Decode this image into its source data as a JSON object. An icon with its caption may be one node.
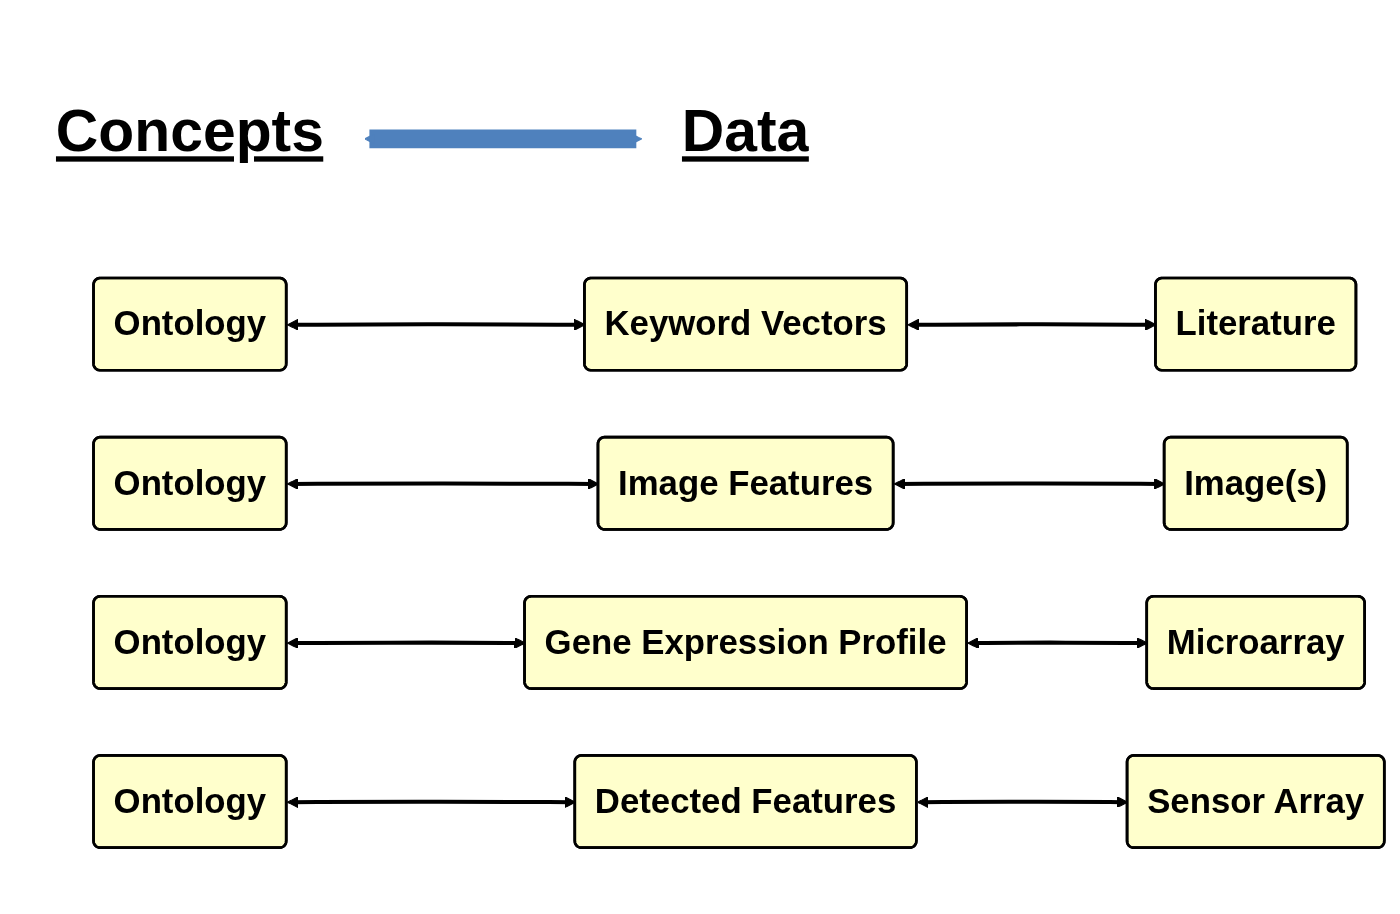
{
  "diagram": {
    "nodes": [
      {
        "text": [
          "Concepts"
        ]
      },
      {
        "text": [
          "Data"
        ]
      },
      {
        "text": [
          "Ontology"
        ]
      },
      {
        "text": [
          "Keyword Vectors"
        ]
      },
      {
        "text": [
          "Literature"
        ]
      },
      {
        "text": [
          "Ontology"
        ]
      },
      {
        "text": [
          "Image Features"
        ]
      },
      {
        "text": [
          "Image(s)"
        ]
      },
      {
        "text": [
          "Ontology"
        ]
      },
      {
        "text": [
          "Gene Expression Profile"
        ]
      },
      {
        "text": [
          "Microarray"
        ]
      },
      {
        "text": [
          "Ontology"
        ]
      },
      {
        "text": [
          "Detected Features"
        ]
      },
      {
        "text": [
          "Sensor Array"
        ]
      }
    ],
    "edges": [
      {
        "from": 0,
        "to": 1,
        "arrow": "both",
        "style": "thick",
        "color": "#4f81bd"
      },
      {
        "from": 2,
        "to": 3,
        "arrow": "both"
      },
      {
        "from": 3,
        "to": 4,
        "arrow": "both"
      },
      {
        "from": 5,
        "to": 6,
        "arrow": "both"
      },
      {
        "from": 6,
        "to": 7,
        "arrow": "both"
      },
      {
        "from": 8,
        "to": 9,
        "arrow": "both"
      },
      {
        "from": 9,
        "to": 10,
        "arrow": "both"
      },
      {
        "from": 11,
        "to": 12,
        "arrow": "both"
      },
      {
        "from": 12,
        "to": 13,
        "arrow": "both"
      }
    ]
  }
}
